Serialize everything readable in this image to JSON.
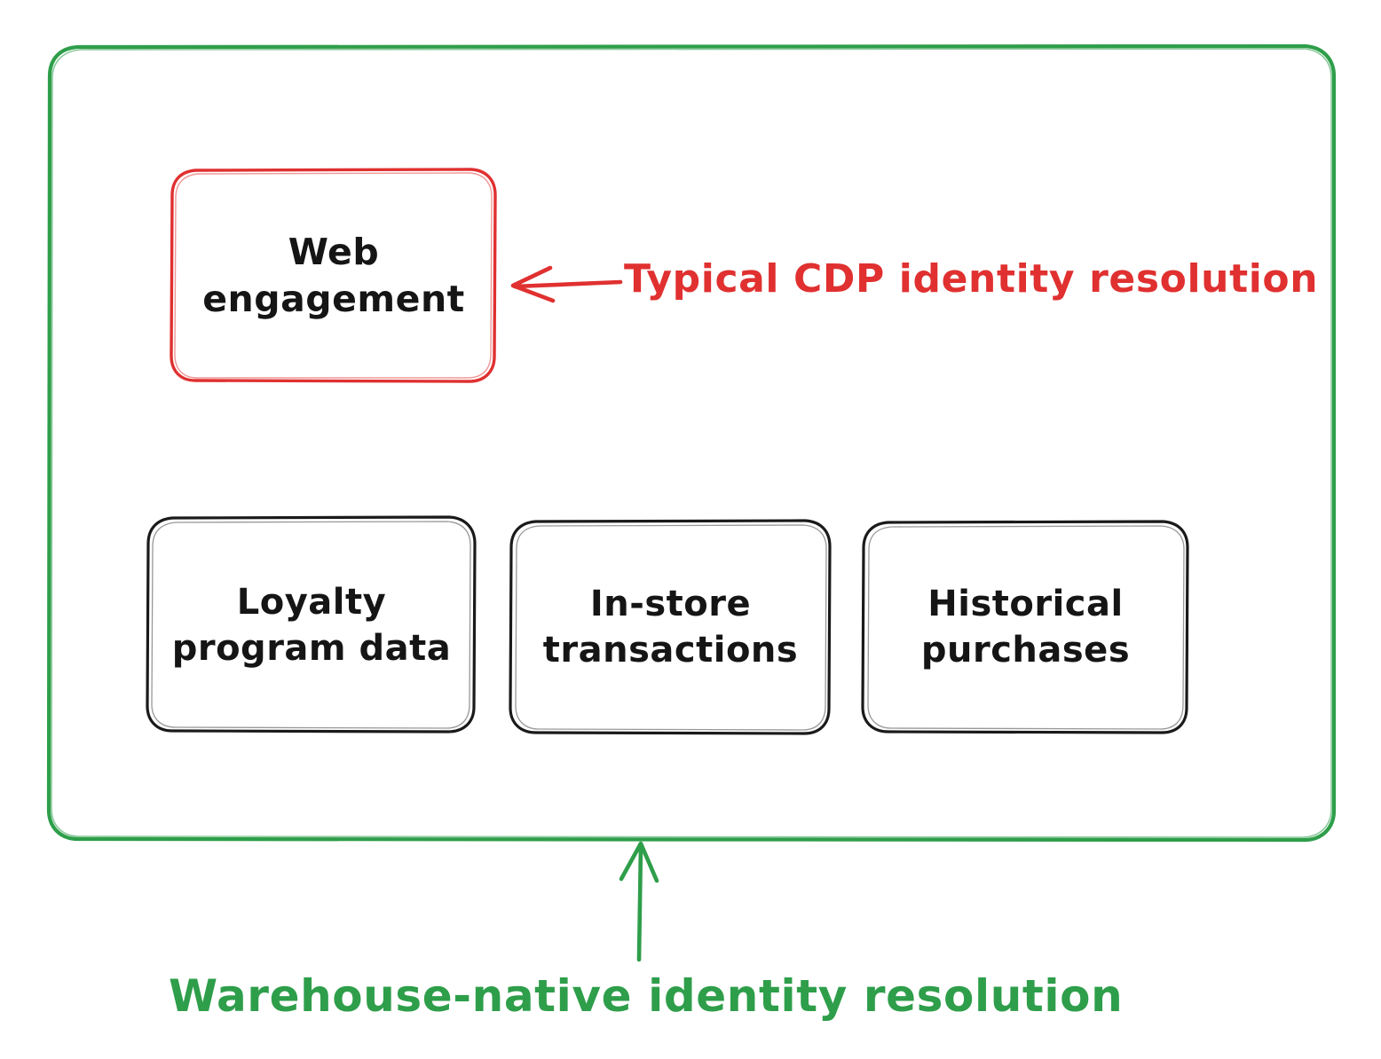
{
  "diagram": {
    "title_not_shown": "",
    "container": {
      "name": "warehouse-native-container",
      "stroke_color": "#2e9e4a",
      "style": "hand-drawn rounded rectangle"
    },
    "nodes": [
      {
        "id": "web-engagement",
        "lines": [
          "Web",
          "engagement"
        ],
        "full_label": "Web engagement",
        "stroke_color": "#e03030",
        "highlighted": true
      },
      {
        "id": "loyalty-program-data",
        "lines": [
          "Loyalty",
          "program data"
        ],
        "full_label": "Loyalty program data",
        "stroke_color": "#1a1a1a",
        "highlighted": false
      },
      {
        "id": "in-store-transactions",
        "lines": [
          "In-store",
          "transactions"
        ],
        "full_label": "In-store transactions",
        "stroke_color": "#1a1a1a",
        "highlighted": false
      },
      {
        "id": "historical-purchases",
        "lines": [
          "Historical",
          "purchases"
        ],
        "full_label": "Historical purchases",
        "stroke_color": "#1a1a1a",
        "highlighted": false
      }
    ],
    "annotations": [
      {
        "id": "typical-cdp",
        "text": "Typical CDP identity resolution",
        "color": "#e03030",
        "arrow": "left",
        "points_to": "web-engagement"
      },
      {
        "id": "warehouse-native",
        "text": "Warehouse-native identity resolution",
        "color": "#2e9e4a",
        "arrow": "up",
        "points_to": "warehouse-native-container"
      }
    ],
    "colors": {
      "green": "#2e9e4a",
      "red": "#e03030",
      "black": "#1a1a1a",
      "background": "#ffffff"
    }
  }
}
